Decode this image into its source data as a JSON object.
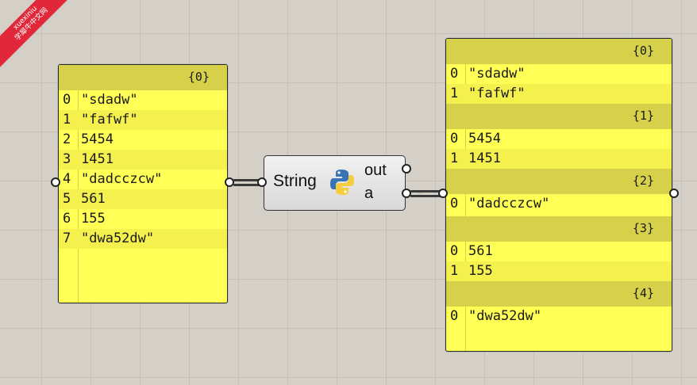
{
  "watermark": {
    "line1": "xuexiniu",
    "line2": "学犀牛中文网"
  },
  "component": {
    "name": "String",
    "output_out": "out",
    "output_a": "a",
    "icon": "python-icon"
  },
  "input_panel": {
    "header": "{0}",
    "rows": [
      {
        "idx": "0",
        "val": "\"sdadw\""
      },
      {
        "idx": "1",
        "val": "\"fafwf\""
      },
      {
        "idx": "2",
        "val": "5454"
      },
      {
        "idx": "3",
        "val": "1451"
      },
      {
        "idx": "4",
        "val": "\"dadcczcw\""
      },
      {
        "idx": "5",
        "val": "561"
      },
      {
        "idx": "6",
        "val": "155"
      },
      {
        "idx": "7",
        "val": "\"dwa52dw\""
      }
    ]
  },
  "output_panel": {
    "branches": [
      {
        "header": "{0}",
        "rows": [
          {
            "idx": "0",
            "val": "\"sdadw\""
          },
          {
            "idx": "1",
            "val": "\"fafwf\""
          }
        ]
      },
      {
        "header": "{1}",
        "rows": [
          {
            "idx": "0",
            "val": "5454"
          },
          {
            "idx": "1",
            "val": "1451"
          }
        ]
      },
      {
        "header": "{2}",
        "rows": [
          {
            "idx": "0",
            "val": "\"dadcczcw\""
          }
        ]
      },
      {
        "header": "{3}",
        "rows": [
          {
            "idx": "0",
            "val": "561"
          },
          {
            "idx": "1",
            "val": "155"
          }
        ]
      },
      {
        "header": "{4}",
        "rows": [
          {
            "idx": "0",
            "val": "\"dwa52dw\""
          }
        ]
      }
    ]
  },
  "colors": {
    "panel": "#ffff55",
    "panel_header": "#d6d04a",
    "canvas": "#d4d0c8",
    "ribbon": "#e0283a"
  }
}
